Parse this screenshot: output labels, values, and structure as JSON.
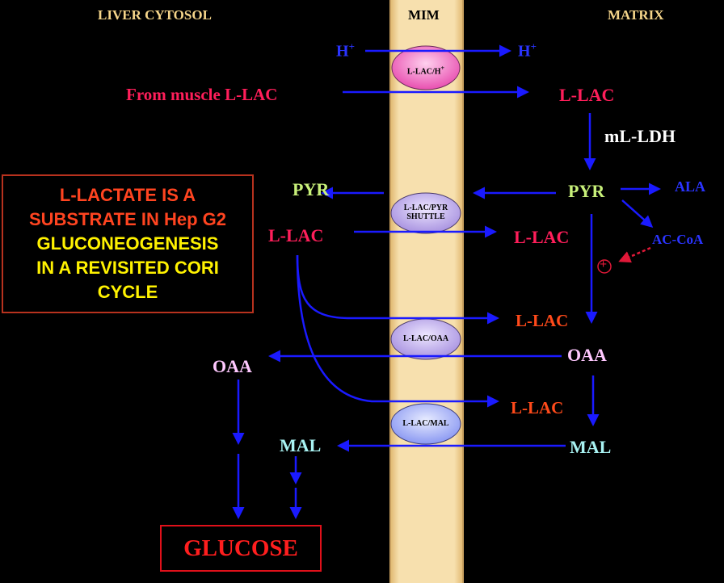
{
  "headers": {
    "cytosol": "LIVER CYTOSOL",
    "membrane": "MIM",
    "matrix": "MATRIX"
  },
  "labels": {
    "h_left": "H",
    "h_left_sup": "+",
    "h_right": "H",
    "h_right_sup": "+",
    "from_muscle": "From muscle L-LAC",
    "llac_matrix_top": "L-LAC",
    "ml_ldh": "mL-LDH",
    "pyr_cytosol": "PYR",
    "pyr_matrix": "PYR",
    "ala": "ALA",
    "llac_cytosol": "L-LAC",
    "llac_matrix_mid": "L-LAC",
    "ac_coa": "AC-CoA",
    "plus_sign": "+",
    "llac_matrix_oaa": "L-LAC",
    "oaa_matrix": "OAA",
    "oaa_cytosol": "OAA",
    "llac_matrix_mal": "L-LAC",
    "mal_cytosol": "MAL",
    "mal_matrix": "MAL",
    "glucose": "GLUCOSE"
  },
  "carriers": {
    "h_symporter": "L-LAC/H",
    "h_symporter_sup": "+",
    "pyr_shuttle_line1": "L-LAC/PYR",
    "pyr_shuttle_line2": "SHUTTLE",
    "oaa_shuttle": "L-LAC/OAA",
    "mal_shuttle": "L-LAC/MAL"
  },
  "callout": {
    "line1": "L-LACTATE IS A",
    "line2": "SUBSTRATE IN Hep G2",
    "line3": "GLUCONEOGENESIS",
    "line4": "IN A REVISITED CORI",
    "line5": "CYCLE"
  },
  "colors": {
    "background": "#000000",
    "membrane": "#F5D9A0",
    "arrow": "#1A1AFF",
    "pink_carrier": "#F26ABB",
    "violet_carrier": "#B9A4E8"
  }
}
